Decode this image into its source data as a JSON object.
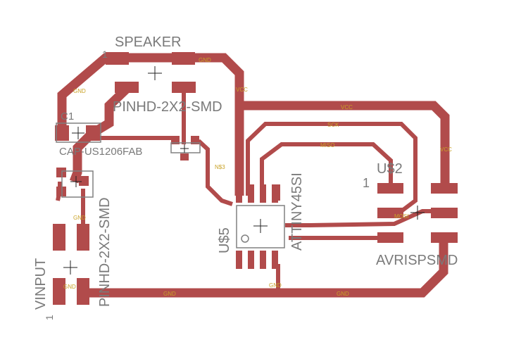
{
  "colors": {
    "trace": "#b14b4b",
    "text": "#7a7a7a",
    "outline": "#808080",
    "net_label": "#c9a227",
    "background": "#ffffff"
  },
  "components": {
    "speaker": {
      "name": "SPEAKER",
      "value": "PINHD-2X2-SMD",
      "pin1": "1"
    },
    "c1": {
      "name": "C1",
      "value": "CAP-US1206FAB"
    },
    "vinput": {
      "name": "VINPUT",
      "value": "PINHD-2X2-SMD",
      "pin1": "1"
    },
    "u5": {
      "name": "U$5",
      "value": "ATTINY45SI"
    },
    "u2": {
      "name": "U$2",
      "value": "AVRISPSMD",
      "pin1": "1"
    }
  },
  "net_labels": [
    "VCC",
    "GND",
    "SCK",
    "MISO",
    "MOSI",
    "N$3",
    "GND",
    "GND",
    "GND",
    "GND",
    "GND",
    "VCC",
    "VCC",
    "GND"
  ]
}
